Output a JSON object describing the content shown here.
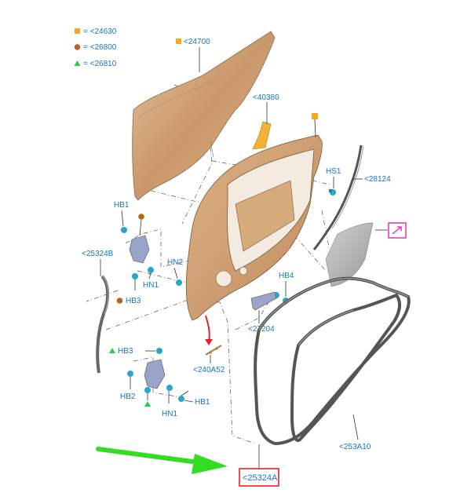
{
  "legend": {
    "items": [
      {
        "symbol": "square",
        "color": "#f5a623",
        "text": "= <24630"
      },
      {
        "symbol": "circle",
        "color": "#b5651d",
        "text": "= <26800"
      },
      {
        "symbol": "triangle",
        "color": "#2ecc40",
        "text": "= <26810"
      }
    ]
  },
  "labels": {
    "outer_panel": "<24700",
    "reinforcement": "<40380",
    "hs1": "HS1",
    "run_channel": "<28124",
    "hb1_top": "HB1",
    "hb3_top": "HB3",
    "hn1_top": "HN1",
    "hn2": "HN2",
    "belt_strip": "<25324B",
    "hb4": "HB4",
    "check_arm": "<27204",
    "hb3_low": "HB3",
    "wire_clip": "<240A52",
    "hb2": "HB2",
    "hn1_low": "HN1",
    "hb1_low": "HB1",
    "outer_seal": "<253A10",
    "inner_seal": "<25324A"
  },
  "colors": {
    "label": "#1a73c8",
    "panel": "#d4a878",
    "highlight_box": "#e8202a",
    "arrow": "#33dd22",
    "link_box": "#e040c0",
    "fastener": "#2aa7c7"
  }
}
